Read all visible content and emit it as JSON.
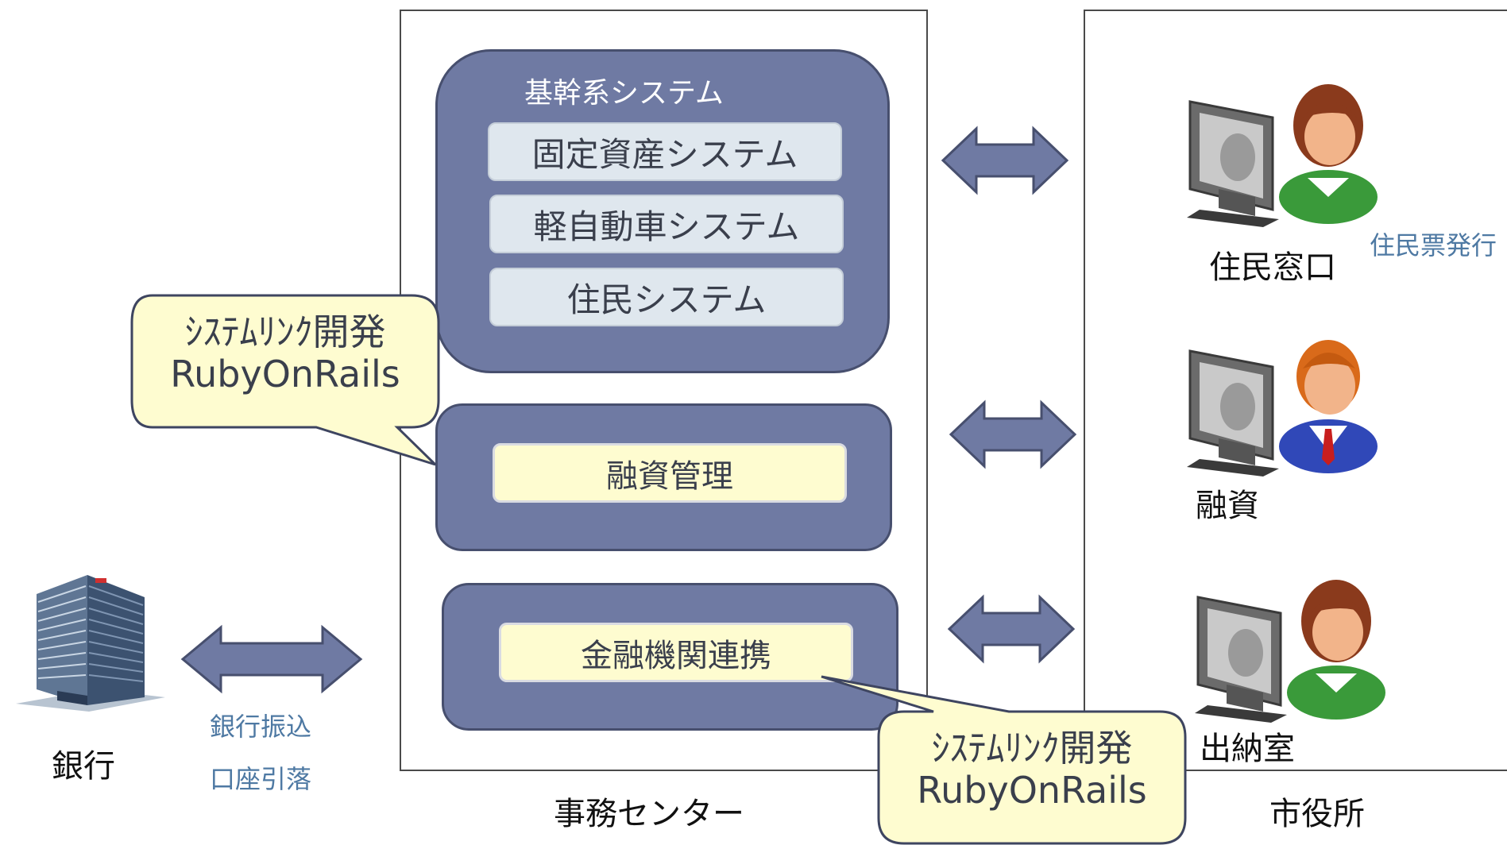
{
  "office_center": {
    "label": "事務センター",
    "core_group": {
      "title": "基幹系システム",
      "systems": [
        "固定資産システム",
        "軽自動車システム",
        "住民システム"
      ]
    },
    "loan_group": {
      "system": "融資管理"
    },
    "bank_link_group": {
      "system": "金融機関連携"
    }
  },
  "city_hall": {
    "label": "市役所",
    "desks": [
      {
        "name": "住民窓口",
        "note": "住民票発行"
      },
      {
        "name": "融資"
      },
      {
        "name": "出納室"
      }
    ]
  },
  "bank": {
    "label": "銀行",
    "operations": [
      "銀行振込",
      "口座引落"
    ]
  },
  "callouts": [
    {
      "line1": "ｼｽﾃﾑﾘﾝｸ開発",
      "line2": "RubyOnRails"
    },
    {
      "line1": "ｼｽﾃﾑﾘﾝｸ開発",
      "line2": "RubyOnRails"
    }
  ],
  "colors": {
    "group_fill": "#6f7aa3",
    "system_box": "#dfe7ee",
    "highlight_box": "#fefcd0",
    "arrow_fill": "#6f7aa3",
    "note_text": "#4e79a3"
  },
  "icons": [
    "bank-building-icon",
    "double-arrow-icon",
    "user-at-computer-icon"
  ]
}
